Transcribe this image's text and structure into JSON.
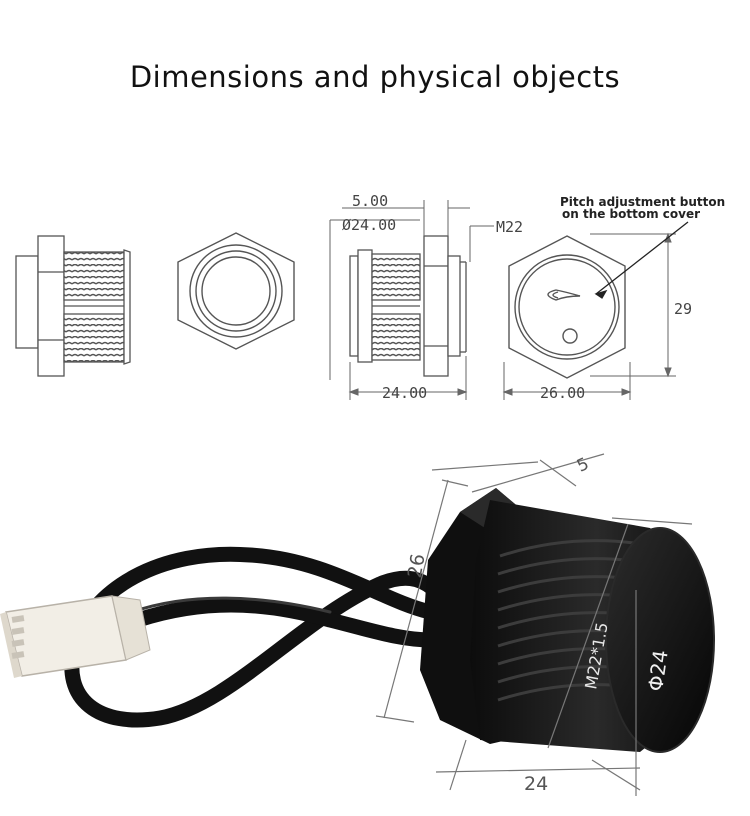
{
  "title": "Dimensions and physical objects",
  "drawing": {
    "dim_5": "5.00",
    "dim_dia24": "Ø24.00",
    "dim_m22": "M22",
    "dim_24": "24.00",
    "dim_26": "26.00",
    "dim_29": "29",
    "callout_line1": "Pitch adjustment button",
    "callout_line2": "on the bottom cover"
  },
  "photo": {
    "label_5": "5",
    "label_26": "26",
    "label_24": "24",
    "thread_label": "M22*1.5",
    "face_label": "Φ24"
  },
  "colors": {
    "line_drawing": "#555555",
    "body_black": "#141414",
    "connector": "#f2eee6"
  }
}
